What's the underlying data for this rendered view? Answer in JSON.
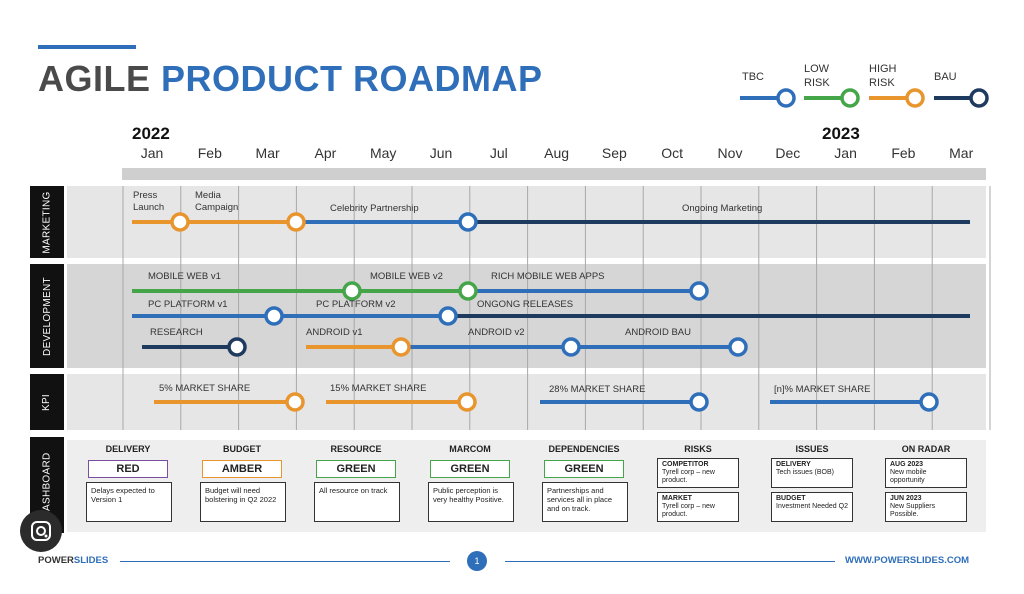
{
  "header": {
    "title_part1": "AGILE ",
    "title_part2": "PRODUCT ROADMAP"
  },
  "legend": [
    {
      "label": "TBC",
      "color": "#2f6fba"
    },
    {
      "label": "LOW RISK",
      "color": "#45a549"
    },
    {
      "label": "HIGH RISK",
      "color": "#e8952e"
    },
    {
      "label": "BAU",
      "color": "#1e3a5f"
    }
  ],
  "timeline": {
    "years": [
      "2022",
      "2023"
    ],
    "months": [
      "Jan",
      "Feb",
      "Mar",
      "Apr",
      "May",
      "Jun",
      "Jul",
      "Aug",
      "Sep",
      "Oct",
      "Nov",
      "Dec",
      "Jan",
      "Feb",
      "Mar"
    ]
  },
  "rows": {
    "marketing": "MARKETING",
    "development": "DEVELOPMENT",
    "kpi": "KPI",
    "dashboard": "DASHBOARD"
  },
  "labels": {
    "press_launch": "Press Launch",
    "media_campaign": "Media Campaign",
    "celebrity": "Celebrity Partnership",
    "ongoing_marketing": "Ongoing Marketing",
    "mobile_web_v1": "MOBILE WEB v1",
    "mobile_web_v2": "MOBILE WEB v2",
    "rich_mobile": "RICH MOBILE WEB APPS",
    "pc_v1": "PC PLATFORM v1",
    "pc_v2": "PC PLATFORM v2",
    "ongong": "ONGONG RELEASES",
    "research": "RESEARCH",
    "android_v1": "ANDROID v1",
    "android_v2": "ANDROID v2",
    "android_bau": "ANDROID BAU",
    "kpi5": "5% MARKET SHARE",
    "kpi15": "15% MARKET SHARE",
    "kpi28": "28% MARKET SHARE",
    "kpin": "[n]% MARKET SHARE"
  },
  "dashboard": {
    "delivery": {
      "head": "DELIVERY",
      "status": "RED",
      "color": "#7b4fa0",
      "note": "Delays expected to Version 1"
    },
    "budget": {
      "head": "BUDGET",
      "status": "AMBER",
      "color": "#e8952e",
      "note": "Budget will need bolstering in Q2 2022"
    },
    "resource": {
      "head": "RESOURCE",
      "status": "GREEN",
      "color": "#45a549",
      "note": "All resource on track"
    },
    "marcom": {
      "head": "MARCOM",
      "status": "GREEN",
      "color": "#45a549",
      "note": "Public perception is very healthy Positive."
    },
    "dependencies": {
      "head": "DEPENDENCIES",
      "status": "GREEN",
      "color": "#45a549",
      "note": "Partnerships and services all in place and on track."
    },
    "risks": {
      "head": "RISKS",
      "b1_title": "COMPETITOR",
      "b1_text": "Tyrell corp – new product.",
      "b2_title": "MARKET",
      "b2_text": "Tyrell corp – new product."
    },
    "issues": {
      "head": "ISSUES",
      "b1_title": "DELIVERY",
      "b1_text": "Tech issues (BOB)",
      "b2_title": "BUDGET",
      "b2_text": "Investment Needed Q2"
    },
    "radar": {
      "head": "ON RADAR",
      "b1_title": "AUG 2023",
      "b1_text": "New mobile opportunity",
      "b2_title": "JUN 2023",
      "b2_text": "New Suppliers Possible."
    }
  },
  "footer": {
    "brand_a": "POWER",
    "brand_b": "SLIDES",
    "page": "1",
    "url": "WWW.POWERSLIDES.COM"
  }
}
